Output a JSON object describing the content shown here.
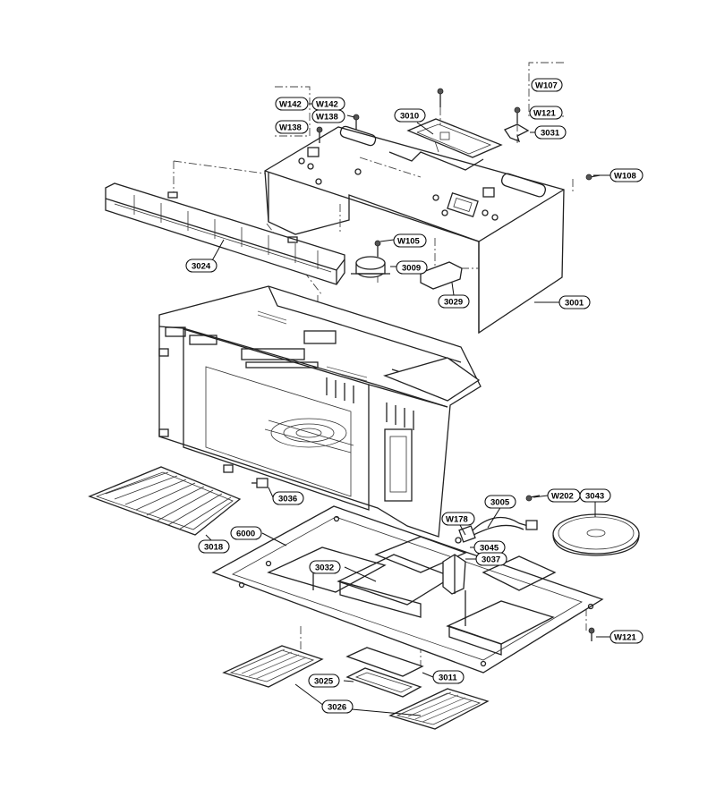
{
  "callouts": {
    "w107": "W107",
    "w121_top": "W121",
    "w142_left": "W142",
    "w142_right": "W142",
    "w138_right": "W138",
    "w138_left": "W138",
    "p3010": "3010",
    "p3031": "3031",
    "w108": "W108",
    "w105": "W105",
    "p3024": "3024",
    "p3009": "3009",
    "p3029": "3029",
    "p3001": "3001",
    "p3036": "3036",
    "p3005": "3005",
    "w202": "W202",
    "p3043": "3043",
    "w178": "W178",
    "p6000": "6000",
    "p3045": "3045",
    "p3037": "3037",
    "p3032": "3032",
    "p3018": "3018",
    "w121_bottom": "W121",
    "p3011": "3011",
    "p3025": "3025",
    "p3026": "3026"
  }
}
